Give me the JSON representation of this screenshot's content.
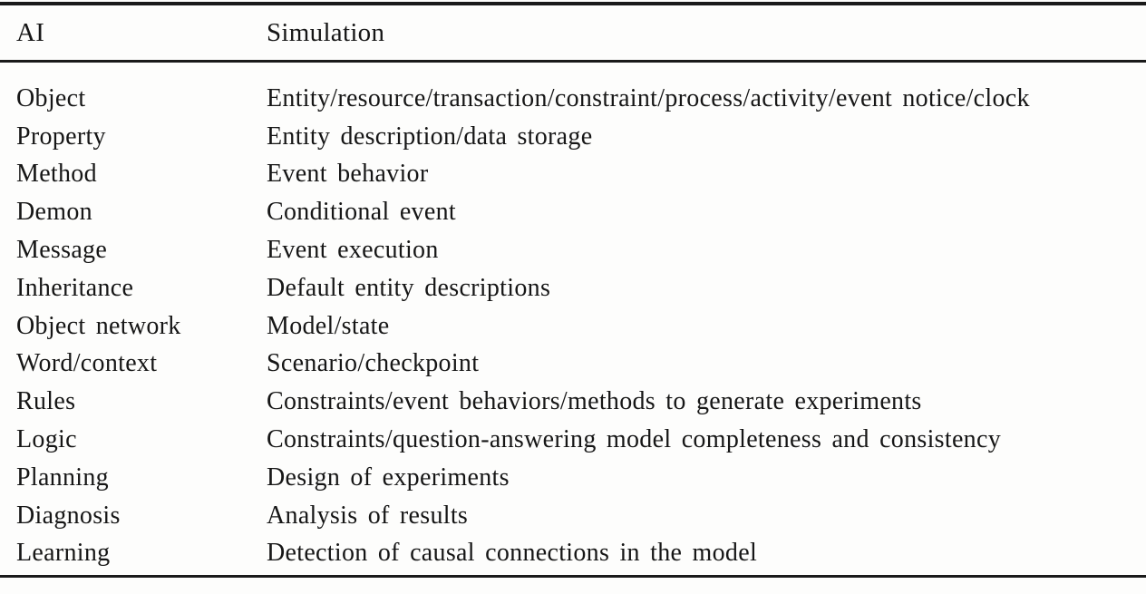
{
  "table": {
    "columns": [
      "AI",
      "Simulation"
    ],
    "rows": [
      {
        "ai": "Object",
        "simulation": "Entity/resource/transaction/constraint/process/activity/event notice/clock"
      },
      {
        "ai": "Property",
        "simulation": "Entity description/data storage"
      },
      {
        "ai": "Method",
        "simulation": "Event behavior"
      },
      {
        "ai": "Demon",
        "simulation": "Conditional event"
      },
      {
        "ai": "Message",
        "simulation": "Event execution"
      },
      {
        "ai": "Inheritance",
        "simulation": "Default entity descriptions"
      },
      {
        "ai": "Object network",
        "simulation": "Model/state"
      },
      {
        "ai": "Word/context",
        "simulation": "Scenario/checkpoint"
      },
      {
        "ai": "Rules",
        "simulation": "Constraints/event behaviors/methods to generate experiments"
      },
      {
        "ai": "Logic",
        "simulation": "Constraints/question-answering model completeness and consistency"
      },
      {
        "ai": "Planning",
        "simulation": "Design of experiments"
      },
      {
        "ai": "Diagnosis",
        "simulation": "Analysis of results"
      },
      {
        "ai": "Learning",
        "simulation": "Detection of causal connections in the model"
      }
    ]
  },
  "colors": {
    "text": "#161616",
    "rule": "#1a1a1a",
    "background": "#fdfdfc"
  }
}
